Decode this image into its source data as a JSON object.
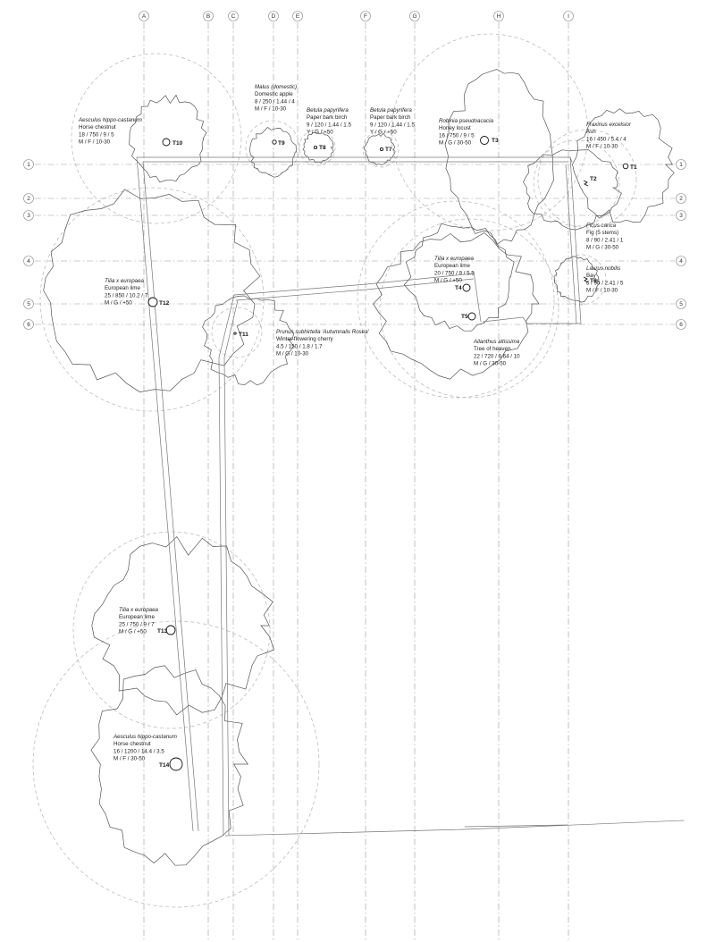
{
  "grid": {
    "columns": [
      "A",
      "B",
      "C",
      "D",
      "E",
      "F",
      "G",
      "H",
      "I"
    ],
    "rows": [
      "1",
      "2",
      "3",
      "4",
      "5",
      "6"
    ]
  },
  "trees": [
    {
      "id": "T1",
      "species": "Fraxinus excelsior",
      "common": "Ash",
      "spec": "16 / 450 / 5.4 / 4",
      "cat": "M / F / 10-30"
    },
    {
      "id": "T2",
      "species": "Ficus carica",
      "common": "Fig (5 stems)",
      "spec": "8 / 90 / 2.41 / 1",
      "cat": "M / G / 30-50"
    },
    {
      "id": "T3",
      "species": "Robinia pseudoacacia",
      "common": "Honey locust",
      "spec": "16 / 750 / 9 / 5",
      "cat": "M / G / 30-50"
    },
    {
      "id": "T4",
      "species": "Tilia x europaea",
      "common": "European lime",
      "spec": "20 / 750 / 9 / 5.5",
      "cat": "M / G / +50"
    },
    {
      "id": "T5",
      "species": "Ailanthus altissima",
      "common": "Tree of heaven",
      "spec": "22 / 720 / 8.64 / 10",
      "cat": "M / G / 30-50"
    },
    {
      "id": "T6",
      "species": "Laurus nobilis",
      "common": "Bay",
      "spec": "6 / 90 / 2.41 / 5",
      "cat": "M / F / 10-30"
    },
    {
      "id": "T7",
      "species": "Betula papyrifera",
      "common": "Paper bark birch",
      "spec": "9 / 120 / 1.44 / 1.5",
      "cat": "Y / G / +50"
    },
    {
      "id": "T8",
      "species": "Betula papyrifera",
      "common": "Paper bark birch",
      "spec": "9 / 120 / 1.44 / 1.5",
      "cat": "Y / G / +50"
    },
    {
      "id": "T9",
      "species": "Malus (domestic)",
      "common": "Domestic apple",
      "spec": "8 / 250 / 1.44 / 4",
      "cat": "M / F / 10-30"
    },
    {
      "id": "T10",
      "species": "Aesculus hippo-castanum",
      "common": "Horse chestnut",
      "spec": "18 / 750 / 9 / 5",
      "cat": "M / F / 10-30"
    },
    {
      "id": "T11",
      "species": "Prunus subhirtella 'Autumnalis Rosea'",
      "common": "Winter-flowering cherry",
      "spec": "4.5 / 150 / 1.8 / 1.7",
      "cat": "M / G / 10-30"
    },
    {
      "id": "T12",
      "species": "Tilia x europaea",
      "common": "European lime",
      "spec": "25 / 850 / 10.2 / 7",
      "cat": "M / G / +50"
    },
    {
      "id": "T13",
      "species": "Tilia x europaea",
      "common": "European lime",
      "spec": "25 / 750 / 9 / 7",
      "cat": "M / G / +50"
    },
    {
      "id": "T14",
      "species": "Aesculus hippo-castanum",
      "common": "Horse chestnut",
      "spec": "16 / 1200 / 14.4 / 3.5",
      "cat": "M / F / 30-50"
    }
  ]
}
